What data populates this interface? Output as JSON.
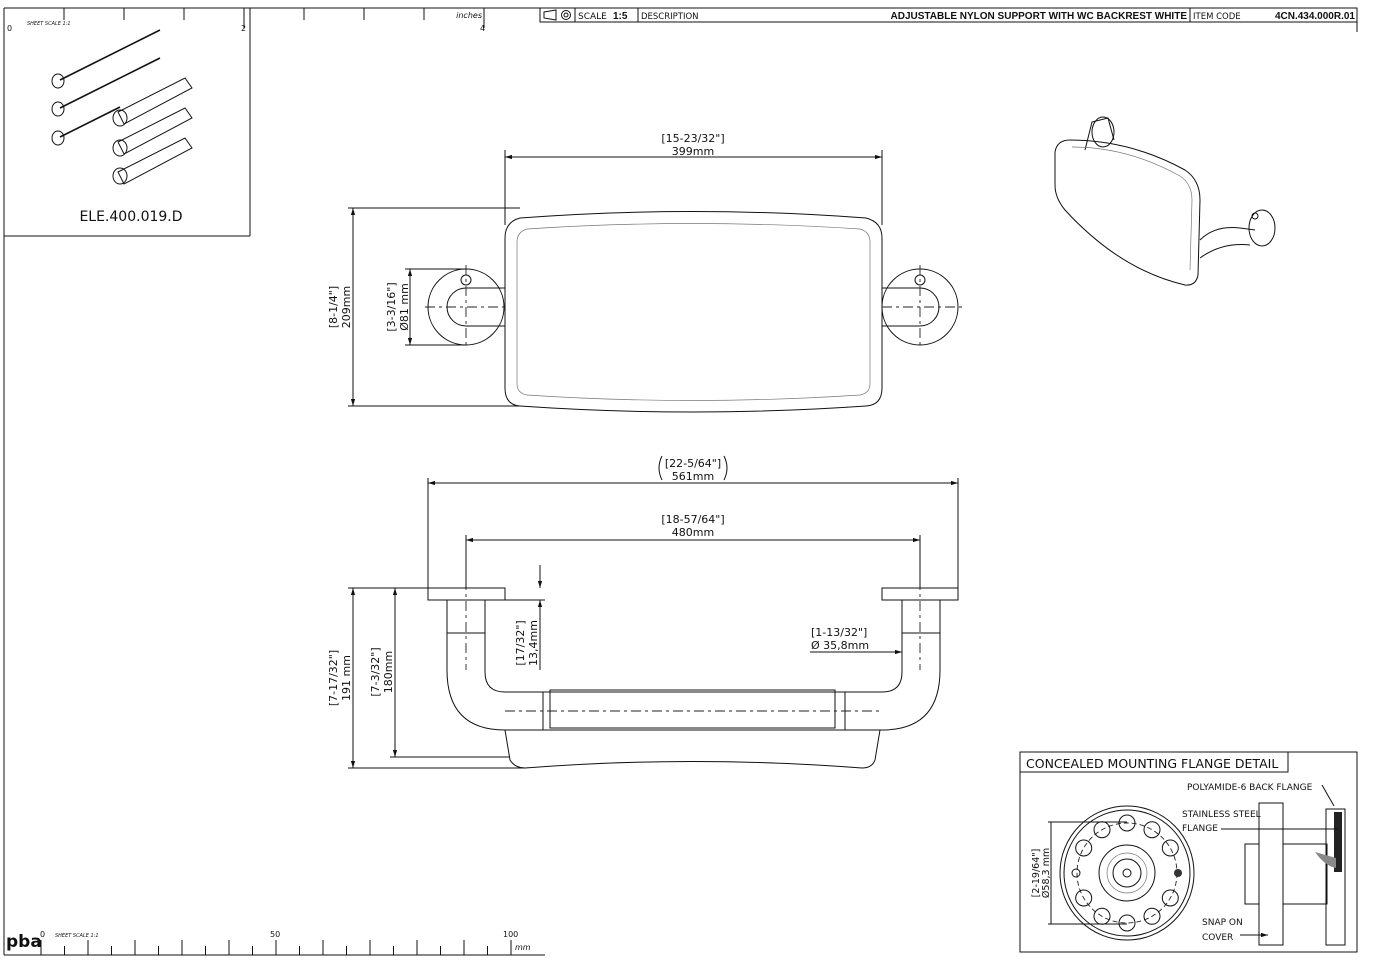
{
  "title_block": {
    "scale_label": "SCALE",
    "scale_value": "1:5",
    "description_label": "DESCRIPTION",
    "description": "ADJUSTABLE NYLON SUPPORT WITH WC BACKREST WHITE",
    "item_code_label": "ITEM CODE",
    "item_code": "4CN.434.000R.01"
  },
  "inch_ruler": {
    "label": "inches",
    "scale_note": "SHEET SCALE 1:1",
    "ticks": [
      "0",
      "2",
      "4"
    ]
  },
  "mm_ruler": {
    "label": "mm",
    "scale_note": "SHEET SCALE 1:1",
    "ticks": [
      "0",
      "50",
      "100"
    ]
  },
  "logo": "pba",
  "inset": {
    "part_code": "ELE.400.019.D"
  },
  "top_view": {
    "width_in": "[15-23/32\"]",
    "width_mm": "399mm",
    "height_in": "[8-1/4\"]",
    "height_mm": "209mm",
    "flange_in": "[3-3/16\"]",
    "flange_mm": "Ø81 mm"
  },
  "side_view": {
    "overall_in": "[22-5/64\"]",
    "overall_mm": "561mm",
    "centers_in": "[18-57/64\"]",
    "centers_mm": "480mm",
    "height_total_in": "[7-17/32\"]",
    "height_total_mm": "191 mm",
    "height_in": "[7-3/32\"]",
    "height_mm": "180mm",
    "offset_in": "[17/32\"]",
    "offset_mm": "13,4mm",
    "tube_in": "[1-13/32\"]",
    "tube_mm": "Ø 35,8mm"
  },
  "detail": {
    "title": "CONCEALED MOUNTING FLANGE DETAIL",
    "dia_in": "[2-19/64\"]",
    "dia_mm": "Ø58,3 mm",
    "callout_back_flange": "POLYAMIDE-6 BACK FLANGE",
    "callout_steel_1": "STAINLESS STEEL",
    "callout_steel_2": "FLANGE",
    "callout_cover_1": "SNAP ON",
    "callout_cover_2": "COVER"
  }
}
